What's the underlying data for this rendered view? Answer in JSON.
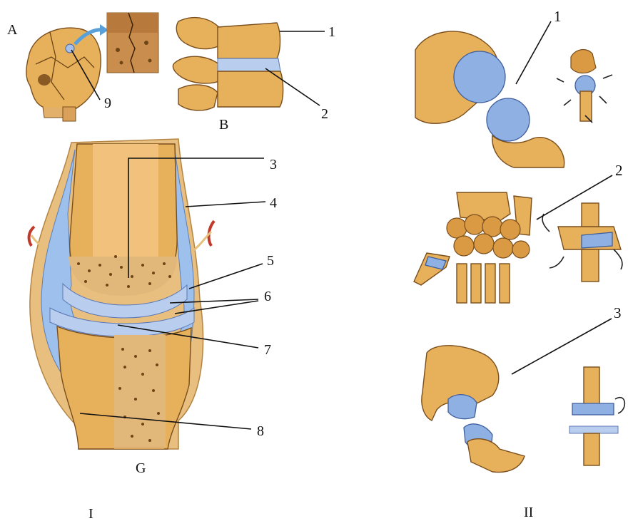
{
  "figure_A": {
    "letter": "A",
    "numbers": [
      "9"
    ]
  },
  "figure_B": {
    "letter": "B",
    "numbers": [
      "1",
      "2"
    ]
  },
  "figure_G": {
    "letter": "G",
    "numbers": [
      "3",
      "4",
      "5",
      "6",
      "7",
      "8"
    ]
  },
  "part_labels": {
    "left": "I",
    "right": "II"
  },
  "joint_types": {
    "numbers": [
      "1",
      "2",
      "3"
    ]
  },
  "colors": {
    "bone": "#e7b15c",
    "cartilage": "#8fb0e3",
    "capsule": "#b9cdee",
    "vessel": "#c0392b"
  }
}
